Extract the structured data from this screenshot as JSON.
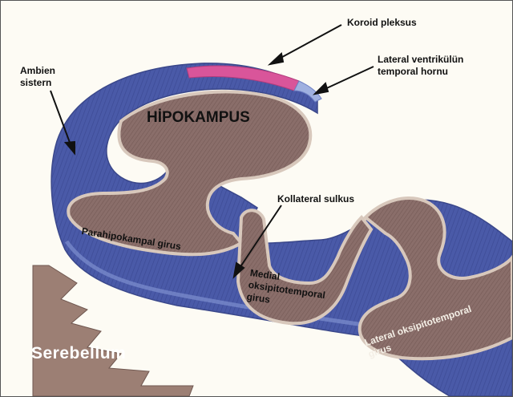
{
  "diagram": {
    "labels": {
      "koroid_pleksus": "Koroid pleksus",
      "lateral_ventrikul_line1": "Lateral ventrikülün",
      "lateral_ventrikul_line2": "temporal hornu",
      "ambien_line1": "Ambien",
      "ambien_line2": "sistern",
      "hipokampus": "HİPOKAMPUS",
      "kollateral_sulkus": "Kollateral sulkus",
      "parahipokampal_girus": "Parahipokampal girus",
      "medial_line1": "Medial",
      "medial_line2": "oksipitotemporal",
      "medial_line3": "girus",
      "lateral_oksipito_line1": "Lateral oksipitotemporal",
      "lateral_oksipito_line2": "girus",
      "serebellum": "Serebellum"
    },
    "colors": {
      "background": "#fdfbf4",
      "white_matter": "#4a5aa8",
      "white_matter_light": "#7d8fcf",
      "gray_matter": "#8a6e6a",
      "gray_matter_edge": "#c9b6aa",
      "choroid_plexus": "#d9559a",
      "cerebellum_folia": "#9c7f74",
      "text": "#111111"
    }
  }
}
